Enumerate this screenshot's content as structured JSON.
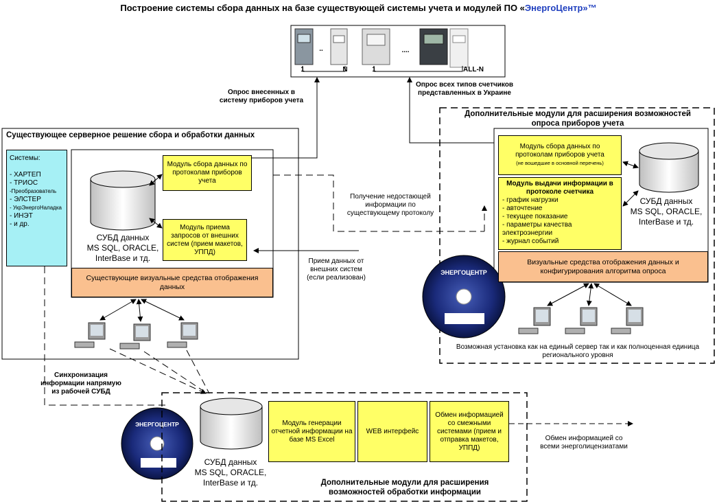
{
  "title": {
    "main": "Построение системы сбора данных на базе существующей системы учета и модулей ПО «",
    "brand": "ЭнергоЦентр»™"
  },
  "meters": {
    "label_1a": "1",
    "label_n": "N",
    "label_1b": "1",
    "label_alln": "ALL-N",
    "dots1": "..",
    "dots2": "...."
  },
  "poll_registered": [
    "Опрос внесенных в",
    "систему приборов учета"
  ],
  "poll_all": [
    "Опрос всех типов счетчиков",
    "представленных в Украине"
  ],
  "existing": {
    "heading": "Существующее серверное решение сбора и обработки данных",
    "systems": {
      "title": "Системы:",
      "items": [
        "- ХАРТЕП",
        "- ТРИОС",
        "-Преобразователь",
        "- ЭЛСТЕР",
        "- УкрЭнергоНаладка",
        "- ИНЭТ",
        "- и др."
      ]
    },
    "db": [
      "СУБД данных",
      "MS SQL, ORACLE,",
      "InterBase и тд."
    ],
    "collect_module": "Модуль сбора данных по протоколам приборов учета",
    "request_module": "Модуль приема запросов от внешних систем (прием макетов, УППД)",
    "visual": "Существующие визуальные средства отображения данных"
  },
  "missing_info": [
    "Получение недостающей",
    "информации по",
    "существующему протоколу"
  ],
  "external_receive": [
    "Прием данных от",
    "внешних систем",
    "(если реализован)"
  ],
  "additional_poll": {
    "heading": [
      "Дополнительные модули для расширения возможностей",
      "опроса приборов учета"
    ],
    "collect_module": "Модуль сбора данных по протоколам приборов учета",
    "collect_note": "(не вошедшие в основной перечень)",
    "output_module": {
      "title": "Модуль выдачи информации в протоколе счетчика",
      "items": [
        "- график нагрузки",
        "- авточтение",
        "- текущее показание",
        "- параметры качества электроэнергии",
        "- журнал событий"
      ]
    },
    "db": [
      "СУБД данных",
      "MS SQL, ORACLE,",
      "InterBase и тд."
    ],
    "visual": "Визуальные средства отображения данных и конфигурирования алгоритма опроса",
    "install_note": [
      "Возможная установка как на единый сервер так и как полноценная единица",
      "регионального уровня"
    ]
  },
  "disc_brand": "ЭНЕРГОЦЕНТР",
  "sync": [
    "Синхронизация",
    "информации напрямую",
    "из рабочей СУБД"
  ],
  "additional_process": {
    "db": [
      "СУБД данных",
      "MS SQL, ORACLE,",
      "InterBase и тд."
    ],
    "report_module": "Модуль генерации отчетной информации на базе MS Excel",
    "web": "WEB интерфейс",
    "exchange_module": "Обмен информацией со смежными системами (прием и отправка макетов, УППД)",
    "heading": [
      "Дополнительные модули для расширения",
      "возможностей обработки информации"
    ]
  },
  "exchange_all": [
    "Обмен информацией со",
    "всеми энерголицензиатами"
  ]
}
